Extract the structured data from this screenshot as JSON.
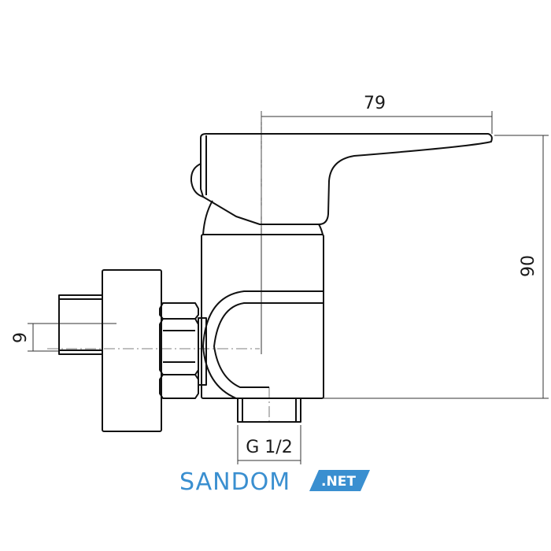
{
  "dimensions": {
    "top_width": "79",
    "right_height": "90",
    "left_pipe": "9",
    "bottom_thread": "G 1/2"
  },
  "logo": {
    "name": "SANDOM",
    "tld": ".NET",
    "color": "#3a8fd0"
  }
}
